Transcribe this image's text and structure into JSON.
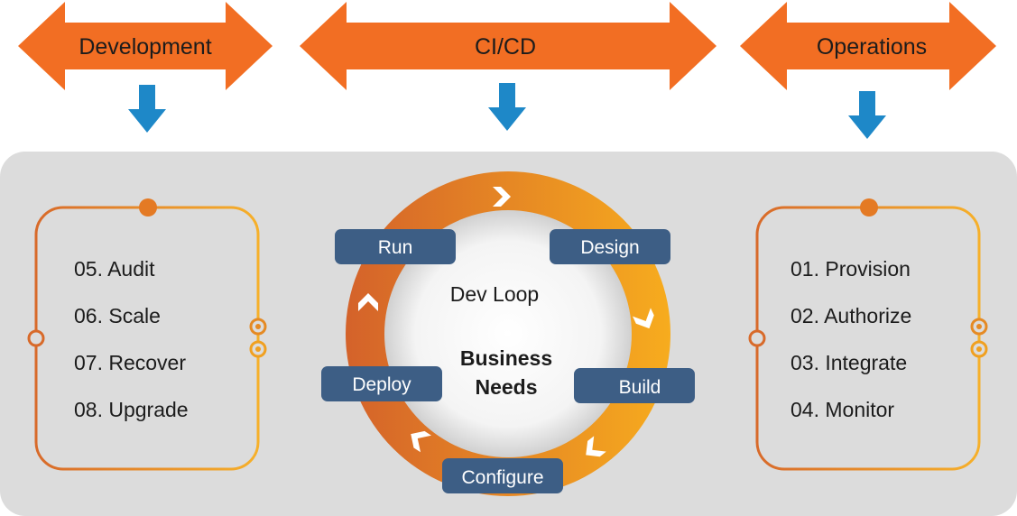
{
  "header": {
    "development": "Development",
    "cicd": "CI/CD",
    "operations": "Operations"
  },
  "left_list": {
    "items": [
      "05. Audit",
      "06. Scale",
      "07. Recover",
      "08. Upgrade"
    ]
  },
  "right_list": {
    "items": [
      "01. Provision",
      "02.  Authorize",
      "03.  Integrate",
      "04.  Monitor"
    ]
  },
  "loop": {
    "center_title": "Dev Loop",
    "center_sub_1": "Business",
    "center_sub_2": "Needs",
    "stages": {
      "run": "Run",
      "design": "Design",
      "build": "Build",
      "configure": "Configure",
      "deploy": "Deploy"
    }
  },
  "colors": {
    "orange": "#f26e23",
    "gold": "#f6a81c",
    "blue_arrow": "#1e88c8",
    "pill": "#3d5e85",
    "panel": "#dcdcdc"
  }
}
